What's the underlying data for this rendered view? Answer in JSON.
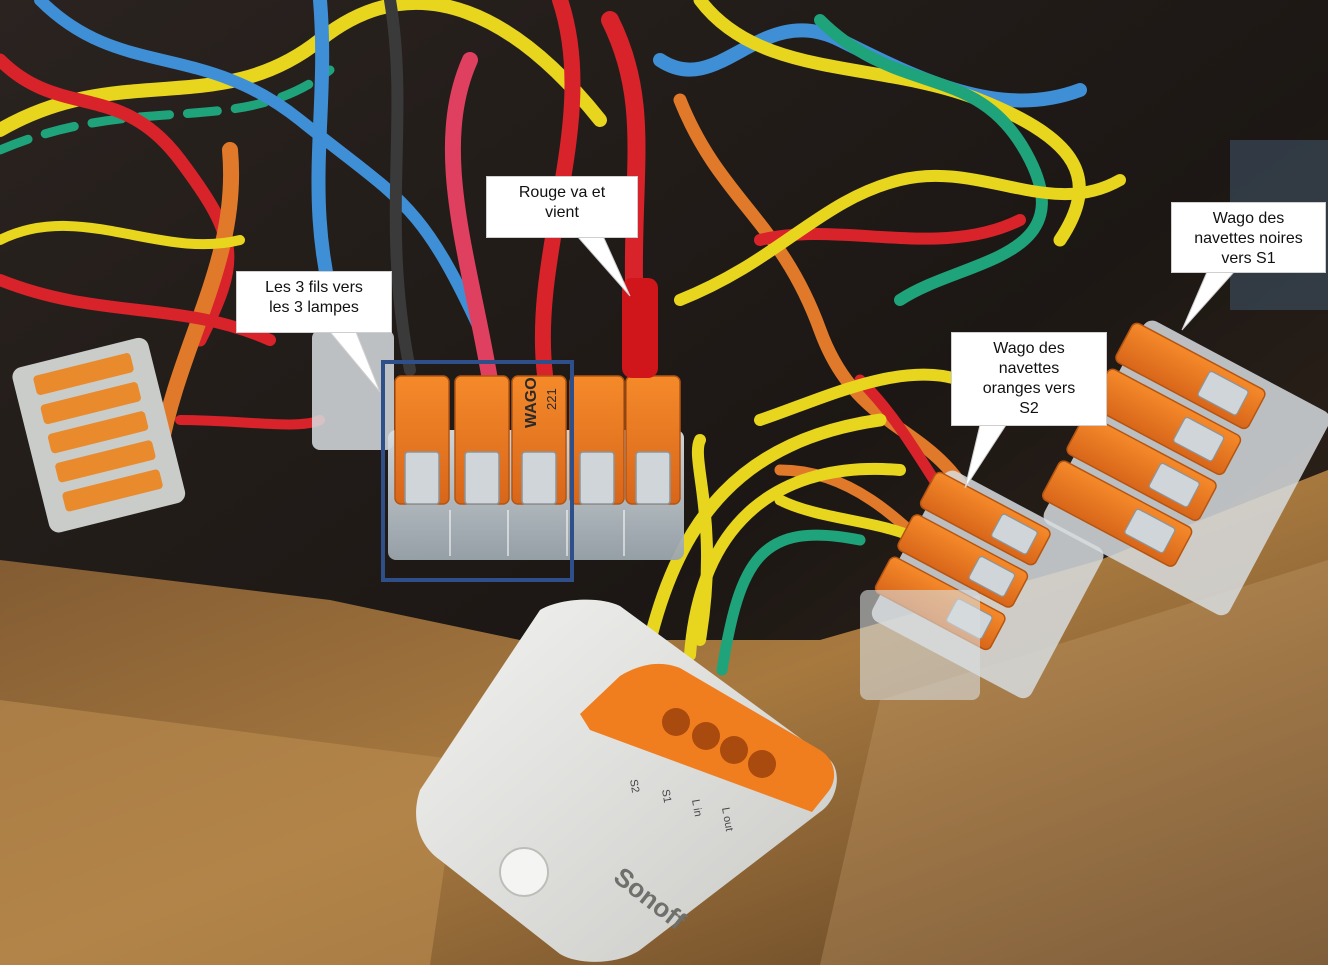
{
  "annotations": {
    "rouge": {
      "line1": "Rouge va et",
      "line2": "vient"
    },
    "lampes": {
      "line1": "Les 3 fils vers",
      "line2": "les 3 lampes"
    },
    "oranges": {
      "line1": "Wago des",
      "line2": "navettes",
      "line3": "oranges vers",
      "line4": "S2"
    },
    "noires": {
      "line1": "Wago des",
      "line2": "navettes noires",
      "line3": "vers S1"
    }
  },
  "device": {
    "brand": "Sonoff",
    "terminals": [
      "S2",
      "S1",
      "L in",
      "L out"
    ]
  },
  "connectors": {
    "brand": "WAGO",
    "model": "221"
  },
  "highlight_box_color": "#2f4f8a",
  "colors": {
    "wago_orange": "#f07d1e",
    "wire_red": "#d8232a",
    "wire_blue": "#3f8fd6",
    "wire_yellow": "#e8d51e",
    "wire_green": "#1fa37a"
  }
}
